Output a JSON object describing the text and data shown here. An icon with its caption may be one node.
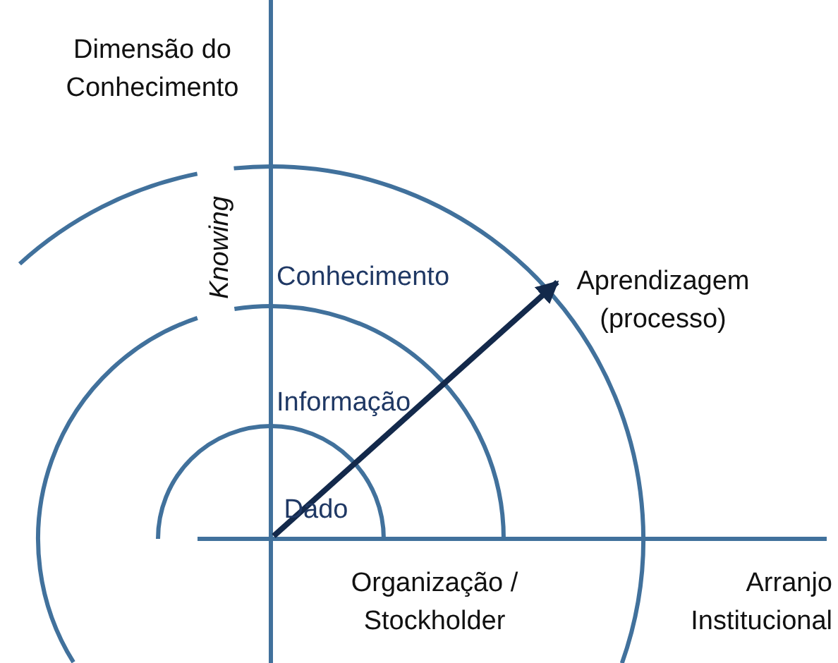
{
  "diagram": {
    "nodes": [
      {
        "text": [
          "Dado"
        ]
      },
      {
        "text": [
          "Aprendizagem (processo)"
        ]
      }
    ],
    "edges": [
      {
        "from": 0,
        "to": 1,
        "arrow": "to"
      }
    ],
    "labels": [
      "Dimensão do Conhecimento",
      "Knowing",
      "Conhecimento",
      "Informação",
      "Organização / Stockholder",
      "Arranjo Institucional"
    ]
  }
}
